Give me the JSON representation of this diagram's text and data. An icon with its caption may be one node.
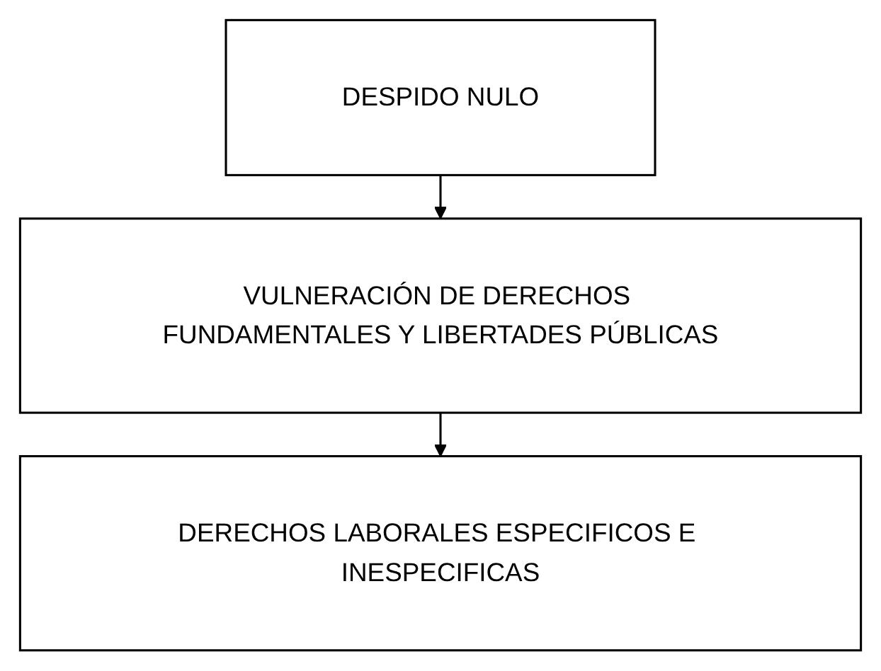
{
  "diagram": {
    "nodes": [
      {
        "text": [
          "DESPIDO NULO"
        ]
      },
      {
        "text": [
          "VULNERACIÓN DE DERECHOS FUNDAMENTALES Y LIBERTADES PÚBLICAS"
        ]
      },
      {
        "text": [
          "DERECHOS LABORALES ESPECIFICOS E INESPECIFICAS"
        ]
      }
    ],
    "edges": [
      {
        "from": 0,
        "to": 1,
        "arrow": "to"
      },
      {
        "from": 1,
        "to": 2,
        "arrow": "to"
      }
    ]
  }
}
